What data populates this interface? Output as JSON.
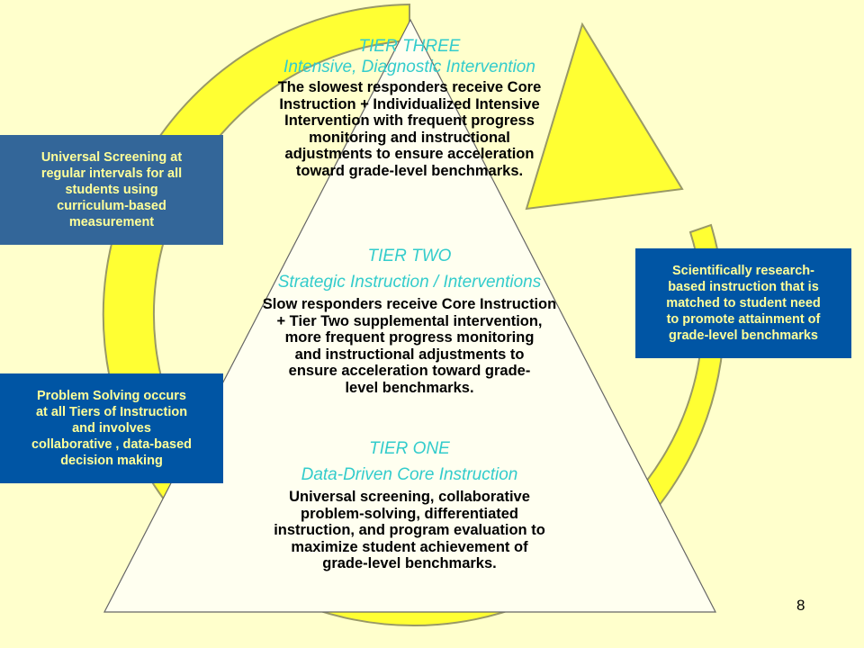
{
  "colors": {
    "background": "#FFFFCC",
    "arrow_fill": "#FFFF33",
    "arrow_stroke": "#999966",
    "triangle_fill": "#FFFFF0",
    "tier_heading": "#33CCCC",
    "callout_text": "#FFFF99",
    "callout_screening_bg": "#336699",
    "callout_blue_bg": "#0055A4"
  },
  "tiers": {
    "three": {
      "title": "TIER THREE",
      "subtitle": "Intensive, Diagnostic Intervention",
      "lines": [
        "The slowest responders receive Core",
        "Instruction + Individualized Intensive",
        "Intervention with frequent progress",
        "monitoring and instructional",
        "adjustments to ensure acceleration",
        "toward grade-level benchmarks."
      ]
    },
    "two": {
      "title": "TIER TWO",
      "subtitle": "Strategic Instruction / Interventions",
      "lines": [
        "Slow responders receive Core Instruction",
        "+ Tier Two supplemental intervention,",
        "more frequent progress monitoring",
        "and instructional adjustments to",
        "ensure acceleration toward grade-",
        "level benchmarks."
      ]
    },
    "one": {
      "title": "TIER ONE",
      "subtitle": "Data-Driven Core Instruction",
      "lines": [
        "Universal screening, collaborative",
        "problem-solving, differentiated",
        "instruction, and program evaluation to",
        "maximize student achievement of",
        "grade-level benchmarks."
      ]
    }
  },
  "callouts": {
    "screening": [
      "Universal Screening at",
      "regular intervals for all",
      "students using",
      "curriculum-based",
      "measurement"
    ],
    "research": [
      "Scientifically research-",
      "based instruction that is",
      "matched to student need",
      "to promote attainment of",
      "grade-level benchmarks"
    ],
    "problem_solving": [
      "Problem Solving occurs",
      "at all Tiers of Instruction",
      "and involves",
      "collaborative , data-based",
      "decision making"
    ]
  },
  "page_number": "8"
}
